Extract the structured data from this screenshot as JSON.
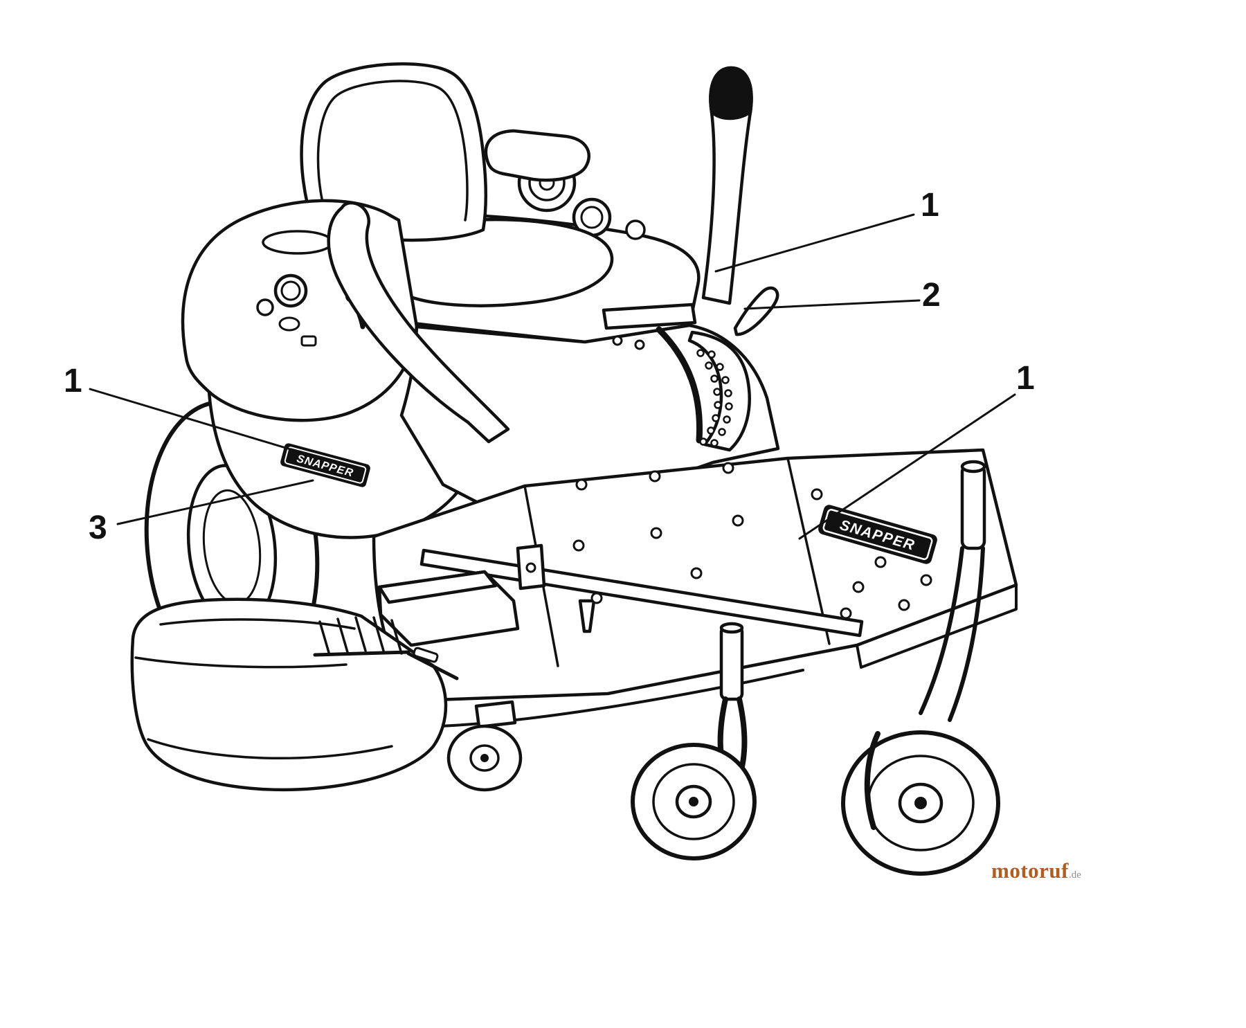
{
  "figure": {
    "type": "parts-diagram",
    "line_color": "#111111",
    "background_color": "#ffffff",
    "callouts": [
      {
        "label": "1"
      },
      {
        "label": "2"
      },
      {
        "label": "1"
      },
      {
        "label": "3"
      },
      {
        "label": "1"
      }
    ],
    "decals": [
      {
        "text": "SNAPPER"
      },
      {
        "text": "SNAPPER"
      }
    ]
  },
  "watermark": {
    "brand": "motoruf",
    "suffix": ".de"
  }
}
